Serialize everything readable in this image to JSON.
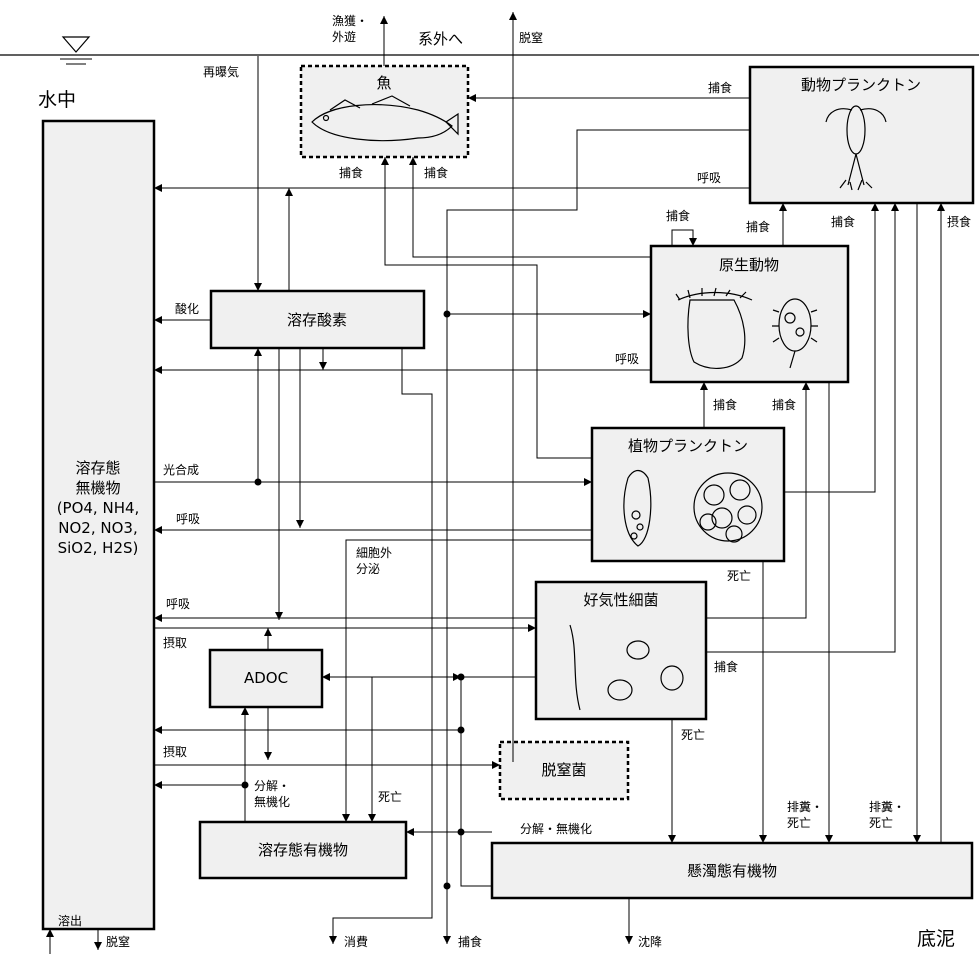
{
  "system": {
    "water": "水中",
    "sediment": "底泥",
    "to_outside": "系外へ"
  },
  "compartments": {
    "fish": "魚",
    "zooplankton": "動物プランクトン",
    "protozoa": "原生動物",
    "phytoplankton": "植物プランクトン",
    "dissolved_oxygen": "溶存酸素",
    "aerobic_bacteria": "好気性細菌",
    "adoc": "ADOC",
    "denitrifying_bacteria": "脱窒菌",
    "dom": "溶存態有機物",
    "pom": "懸濁態有機物",
    "dim_lines": [
      "溶存態",
      "無機物",
      "(PO4, NH4,",
      "NO2, NO3,",
      "SiO2, H2S)"
    ]
  },
  "labels": {
    "catch_out_1": "漁獲・",
    "catch_out_2": "外遊",
    "denitrification_top": "脱窒",
    "reaeration": "再曝気",
    "predation_fish_1": "捕食",
    "predation_fish_2": "捕食",
    "predation_zoo_to_fish": "捕食",
    "respiration_zoo": "呼吸",
    "predation_zoo_1": "捕食",
    "predation_zoo_2": "捕食",
    "ingestion": "摂食",
    "predation_self": "捕食",
    "oxidation": "酸化",
    "respiration_protozoa": "呼吸",
    "predation_pro_1": "捕食",
    "predation_pro_2": "捕食",
    "photosynthesis": "光合成",
    "respiration_phyto": "呼吸",
    "exudation_1": "細胞外",
    "exudation_2": "分泌",
    "death_phyto": "死亡",
    "respiration_bact": "呼吸",
    "uptake_1": "摂取",
    "predation_bact": "捕食",
    "death_bact": "死亡",
    "uptake_2": "摂取",
    "decomp_1a": "分解・",
    "decomp_1b": "無機化",
    "death_denit": "死亡",
    "decomp_2": "分解・無機化",
    "excretion_1a": "排糞・",
    "excretion_1b": "死亡",
    "excretion_2a": "排糞・",
    "excretion_2b": "死亡",
    "dissolution": "溶出",
    "denitrification_bottom": "脱窒",
    "consumption": "消費",
    "predation_bottom": "捕食",
    "settling": "沈降"
  }
}
